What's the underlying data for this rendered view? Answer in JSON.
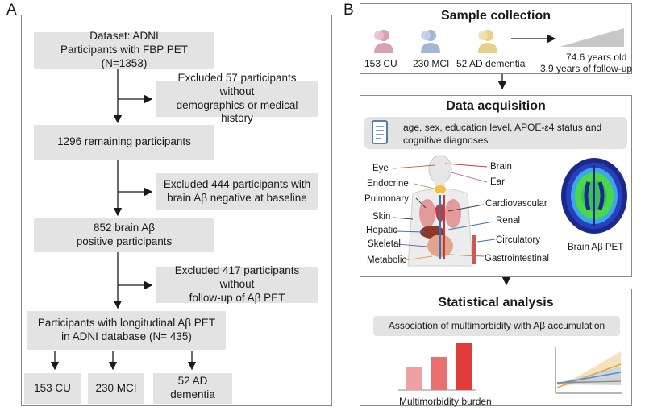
{
  "panel_a": {
    "letter": "A",
    "boxes": {
      "dataset_line1": "Dataset: ADNI",
      "dataset_line2": "Participants with FBP PET (N=1353)",
      "excluded1_line1": "Excluded 57 participants without",
      "excluded1_line2": "demographics or medical history",
      "remaining": "1296 remaining participants",
      "excluded2_line1": "Excluded 444 participants with",
      "excluded2_line2": "brain Aβ negative at baseline",
      "positive_line1": "852 brain Aβ",
      "positive_line2": "positive participants",
      "excluded3_line1": "Excluded 417 participants without",
      "excluded3_line2": "follow-up of Aβ PET",
      "longitudinal_line1": "Participants with longitudinal Aβ PET",
      "longitudinal_line2": "in ADNI database (N= 435)",
      "cu": "153 CU",
      "mci": "230 MCI",
      "ad": "52 AD dementia"
    }
  },
  "panel_b": {
    "letter": "B",
    "sample_collection": {
      "title": "Sample collection",
      "groups": [
        {
          "label": "153 CU",
          "color": "#d9a0b8"
        },
        {
          "label": "230 MCI",
          "color": "#9fb8d6"
        },
        {
          "label": "52 AD dementia",
          "color": "#e8d08a"
        }
      ],
      "age": "74.6 years old",
      "followup": "3.9 years of follow-up"
    },
    "data_acquisition": {
      "title": "Data acquisition",
      "info": "age, sex, education level, APOE-ε4 status and cognitive diagnoses",
      "organs_left": [
        "Eye",
        "Endocrine",
        "Pulmonary",
        "Skin",
        "Hepatic",
        "Skeletal",
        "Metabolic"
      ],
      "organs_right": [
        "Brain",
        "Ear",
        "Cardiovascular",
        "Renal",
        "Circulatory",
        "Gastrointestinal"
      ],
      "pet_label": "Brain Aβ PET"
    },
    "statistical_analysis": {
      "title": "Statistical analysis",
      "association": "Association of multimorbidity with Aβ accumulation",
      "bar_label": "Multimorbidity burden"
    }
  },
  "colors": {
    "box_gray": "#e3e3e3",
    "frame_border": "#8a8a8a",
    "bar_light": "#f0a0a0",
    "bar_mid": "#ea7070",
    "bar_dark": "#e03c3c",
    "line_orange": "#e8a23a",
    "line_blue": "#5a8fc8"
  }
}
